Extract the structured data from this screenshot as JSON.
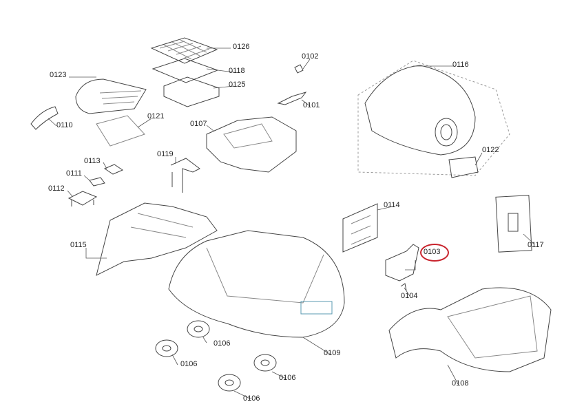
{
  "diagram": {
    "highlight_color": "#c8232c",
    "highlighted_part": "0103",
    "parts": {
      "p0126": "0126",
      "p0102": "0102",
      "p0123": "0123",
      "p0118": "0118",
      "p0125": "0125",
      "p0116": "0116",
      "p0101": "0101",
      "p0110": "0110",
      "p0121": "0121",
      "p0107": "0107",
      "p0122": "0122",
      "p0119": "0119",
      "p0113": "0113",
      "p0111": "0111",
      "p0112": "0112",
      "p0114": "0114",
      "p0117": "0117",
      "p0115": "0115",
      "p0103": "0103",
      "p0104": "0104",
      "p0109": "0109",
      "p0106a": "0106",
      "p0106b": "0106",
      "p0106c": "0106",
      "p0106d": "0106",
      "p0108": "0108"
    }
  }
}
